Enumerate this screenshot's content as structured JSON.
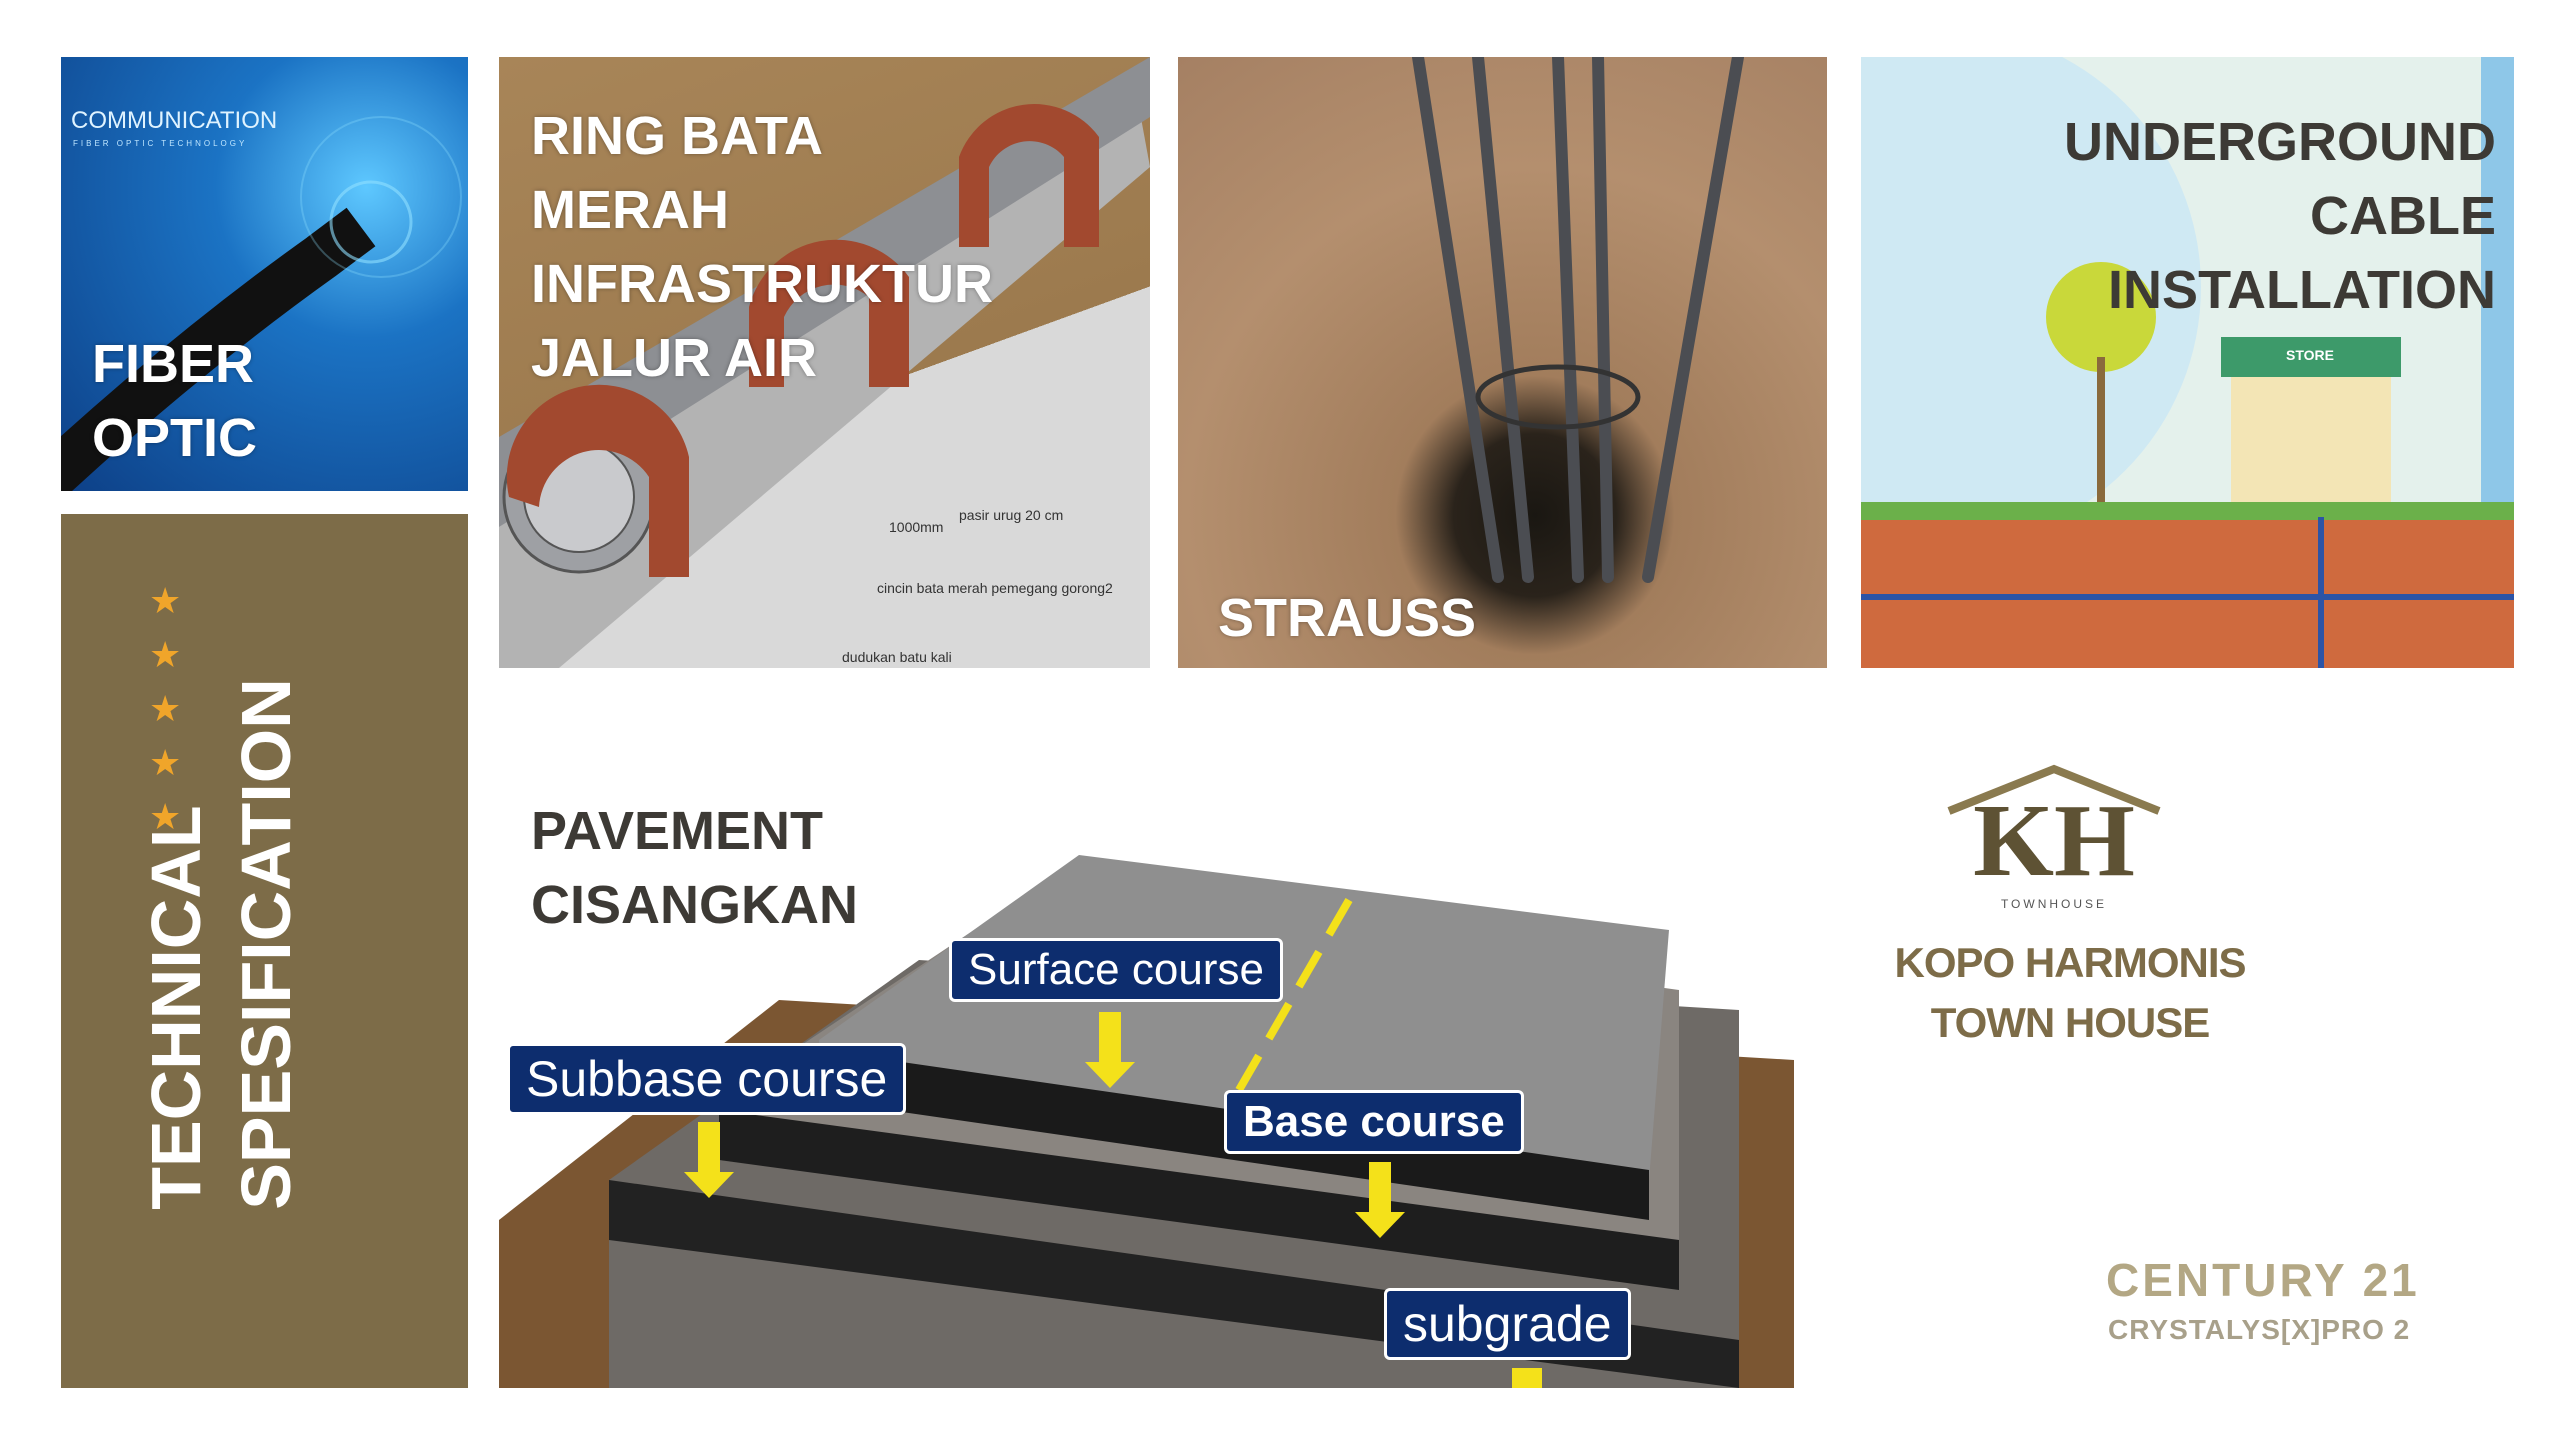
{
  "fiber": {
    "brand": "COMMUNICATION",
    "brand_sub": "FIBER OPTIC TECHNOLOGY",
    "title": "FIBER\nOPTIC"
  },
  "spec": {
    "line1": "TECHNICAL",
    "line2": "SPESIFICATION",
    "stars": [
      "★",
      "★",
      "★",
      "★",
      "★"
    ]
  },
  "ring": {
    "title": "RING BATA\nMERAH\nINFRASTRUKTUR\nJALUR AIR",
    "annotations": [
      "pasir urug 20 cm",
      "1000mm",
      "cincin bata merah pemegang gorong2",
      "dudukan batu kali"
    ]
  },
  "strauss": {
    "title": "STRAUSS"
  },
  "cable": {
    "title": "UNDERGROUND\nCABLE\nINSTALLATION",
    "store_sign": "STORE"
  },
  "pavement": {
    "title": "PAVEMENT\nCISANGKAN",
    "labels": {
      "surface": "Surface course",
      "subbase": "Subbase course",
      "base": "Base course",
      "subgrade": "subgrade"
    }
  },
  "brand": {
    "logo_letters": "KH",
    "logo_sub": "TOWNHOUSE",
    "name_line1": "KOPO HARMONIS",
    "name_line2": "TOWN HOUSE"
  },
  "agency": {
    "line1": "CENTURY 21",
    "line2": "CRYSTALYS[X]PRO 2"
  },
  "colors": {
    "brown": "#7d6c48",
    "star": "#f0a52a",
    "label_bg": "#0d2d6e"
  }
}
